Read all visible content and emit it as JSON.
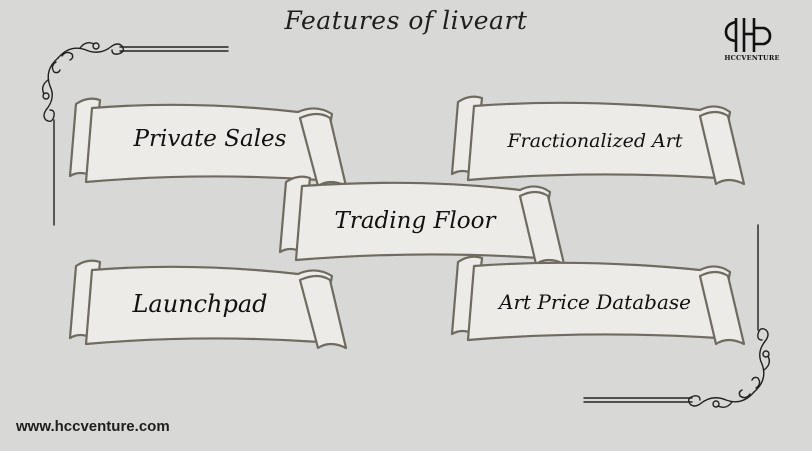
{
  "header": {
    "title": "Features of liveart"
  },
  "logo": {
    "text": "HCCVENTURE"
  },
  "features": [
    {
      "label": "Private Sales"
    },
    {
      "label": "Fractionalized Art"
    },
    {
      "label": "Trading Floor"
    },
    {
      "label": "Launchpad"
    },
    {
      "label": "Art Price Database"
    }
  ],
  "footer": {
    "url": "www.hccventure.com"
  },
  "colors": {
    "background": "#d8d8d7",
    "banner_fill": "#ecebe7",
    "banner_stroke": "#6f6b60",
    "text": "#111111"
  }
}
